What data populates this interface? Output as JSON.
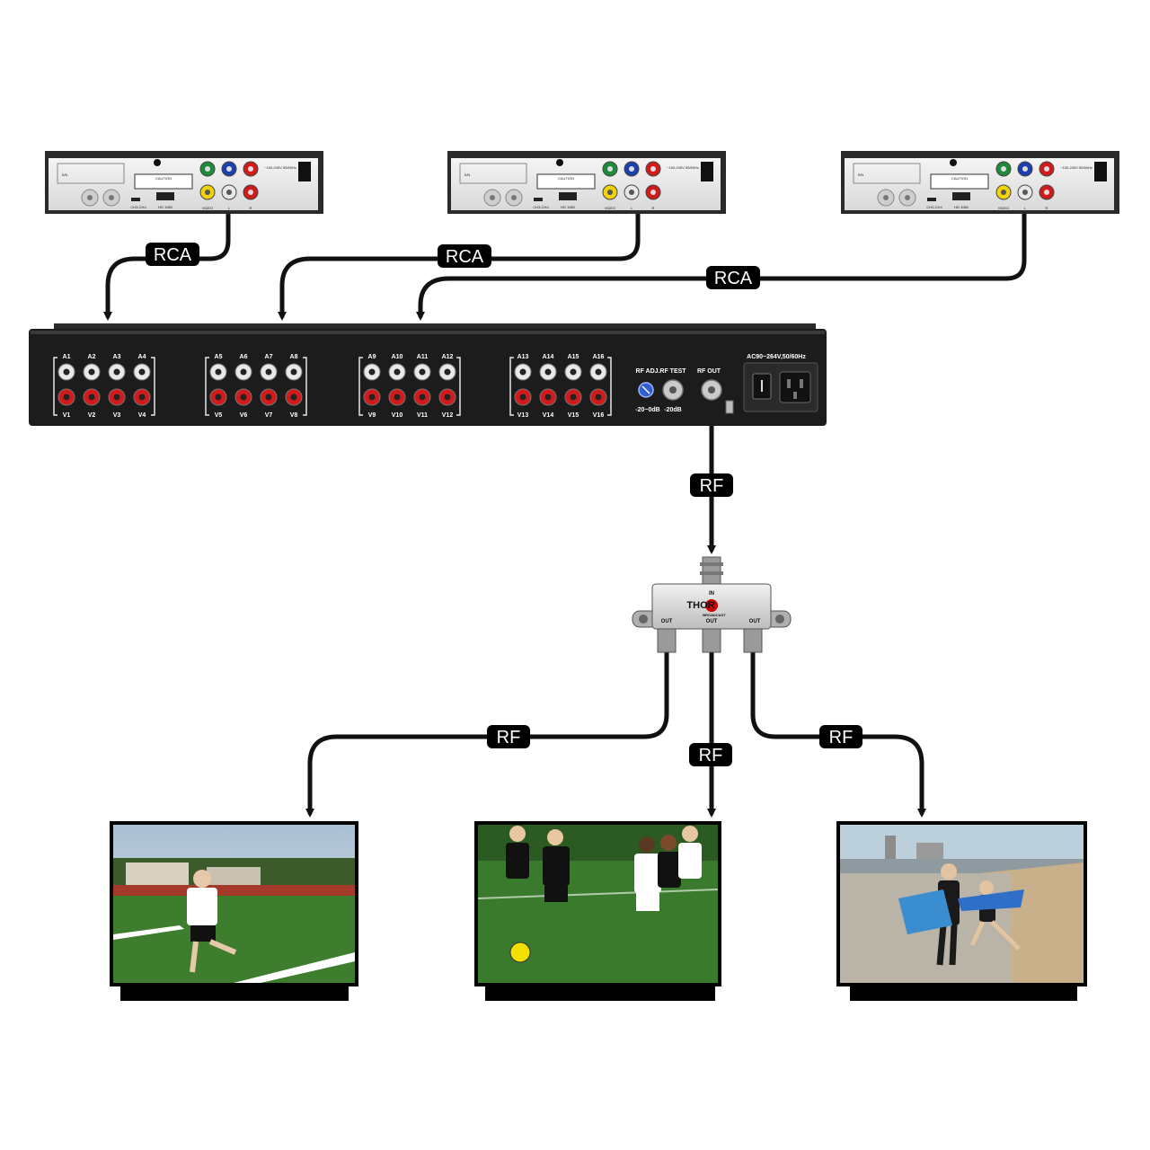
{
  "colors": {
    "cable": "#111111",
    "label_bg": "#000000",
    "label_text": "#ffffff",
    "panel": "#1c1c1c",
    "rca_white": "#e8e8e8",
    "rca_red": "#d11a1a",
    "rca_yellow": "#f2d20a",
    "rca_green": "#1f8a3a",
    "rca_blue": "#1d3fae",
    "field": "#3f7d2e",
    "sky": "#b9c9d6"
  },
  "connections": {
    "rca_labels": [
      "RCA",
      "RCA",
      "RCA"
    ],
    "rf_main": "RF",
    "rf_outputs": [
      "RF",
      "RF",
      "RF"
    ]
  },
  "set_top_box": {
    "caution": "CAUTION",
    "sn": "S/N",
    "voltage": "~100-240V 50/60Hz",
    "channel": "CH3-CH4",
    "hdmi": "HD 1080",
    "video": "VIDEO",
    "audio_l": "L",
    "audio_r": "R"
  },
  "modulator": {
    "audio_top": [
      "A1",
      "A2",
      "A3",
      "A4",
      "A5",
      "A6",
      "A7",
      "A8",
      "A9",
      "A10",
      "A11",
      "A12",
      "A13",
      "A14",
      "A15",
      "A16"
    ],
    "video_bottom": [
      "V1",
      "V2",
      "V3",
      "V4",
      "V5",
      "V6",
      "V7",
      "V8",
      "V9",
      "V10",
      "V11",
      "V12",
      "V13",
      "V14",
      "V15",
      "V16"
    ],
    "rf_adj": "RF ADJ.",
    "rf_test": "RF TEST",
    "rf_out": "RF OUT",
    "adj_range": "-20~0dB",
    "test_level": "-20dB",
    "power": "AC90~264V,50/60Hz"
  },
  "splitter": {
    "in_label": "IN",
    "out_labels": [
      "OUT",
      "OUT",
      "OUT"
    ],
    "brand": "THOR",
    "brand_sub": "BROADCAST"
  },
  "tvs": [
    {
      "scene": "boy-running-on-soccer-field"
    },
    {
      "scene": "kids-playing-soccer"
    },
    {
      "scene": "kids-with-bodyboards-on-beach"
    }
  ]
}
